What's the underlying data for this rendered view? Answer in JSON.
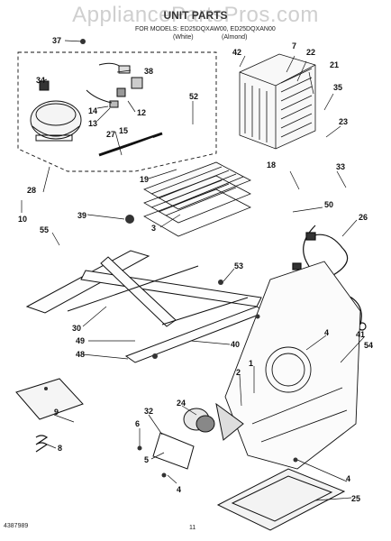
{
  "header": {
    "watermark": "AppliancePartsPros.com",
    "title": "UNIT PARTS",
    "subtitle_line1": "FOR MODELS: ED25DQXAW00, ED25DQXAN00",
    "subtitle_line2_left": "(White)",
    "subtitle_line2_right": "(Almond)"
  },
  "callouts": [
    {
      "id": "37",
      "label": "37"
    },
    {
      "id": "34",
      "label": "34"
    },
    {
      "id": "38",
      "label": "38"
    },
    {
      "id": "14",
      "label": "14"
    },
    {
      "id": "13",
      "label": "13"
    },
    {
      "id": "12",
      "label": "12"
    },
    {
      "id": "15",
      "label": "15"
    },
    {
      "id": "27",
      "label": "27"
    },
    {
      "id": "28",
      "label": "28"
    },
    {
      "id": "10",
      "label": "10"
    },
    {
      "id": "39",
      "label": "39"
    },
    {
      "id": "55",
      "label": "55"
    },
    {
      "id": "52",
      "label": "52"
    },
    {
      "id": "19",
      "label": "19"
    },
    {
      "id": "3",
      "label": "3"
    },
    {
      "id": "42",
      "label": "42"
    },
    {
      "id": "7",
      "label": "7"
    },
    {
      "id": "22",
      "label": "22"
    },
    {
      "id": "21",
      "label": "21"
    },
    {
      "id": "35",
      "label": "35"
    },
    {
      "id": "23",
      "label": "23"
    },
    {
      "id": "18",
      "label": "18"
    },
    {
      "id": "33",
      "label": "33"
    },
    {
      "id": "50",
      "label": "50"
    },
    {
      "id": "26",
      "label": "26"
    },
    {
      "id": "53",
      "label": "53"
    },
    {
      "id": "30",
      "label": "30"
    },
    {
      "id": "49",
      "label": "49"
    },
    {
      "id": "48",
      "label": "48"
    },
    {
      "id": "40",
      "label": "40"
    },
    {
      "id": "4a",
      "label": "4"
    },
    {
      "id": "41",
      "label": "41"
    },
    {
      "id": "54",
      "label": "54"
    },
    {
      "id": "2",
      "label": "2"
    },
    {
      "id": "1",
      "label": "1"
    },
    {
      "id": "24",
      "label": "24"
    },
    {
      "id": "32",
      "label": "32"
    },
    {
      "id": "6",
      "label": "6"
    },
    {
      "id": "9",
      "label": "9"
    },
    {
      "id": "8",
      "label": "8"
    },
    {
      "id": "5",
      "label": "5"
    },
    {
      "id": "4b",
      "label": "4"
    },
    {
      "id": "4c",
      "label": "4"
    },
    {
      "id": "25",
      "label": "25"
    }
  ],
  "footer": {
    "doc_number": "4387989",
    "page_number": "11"
  }
}
